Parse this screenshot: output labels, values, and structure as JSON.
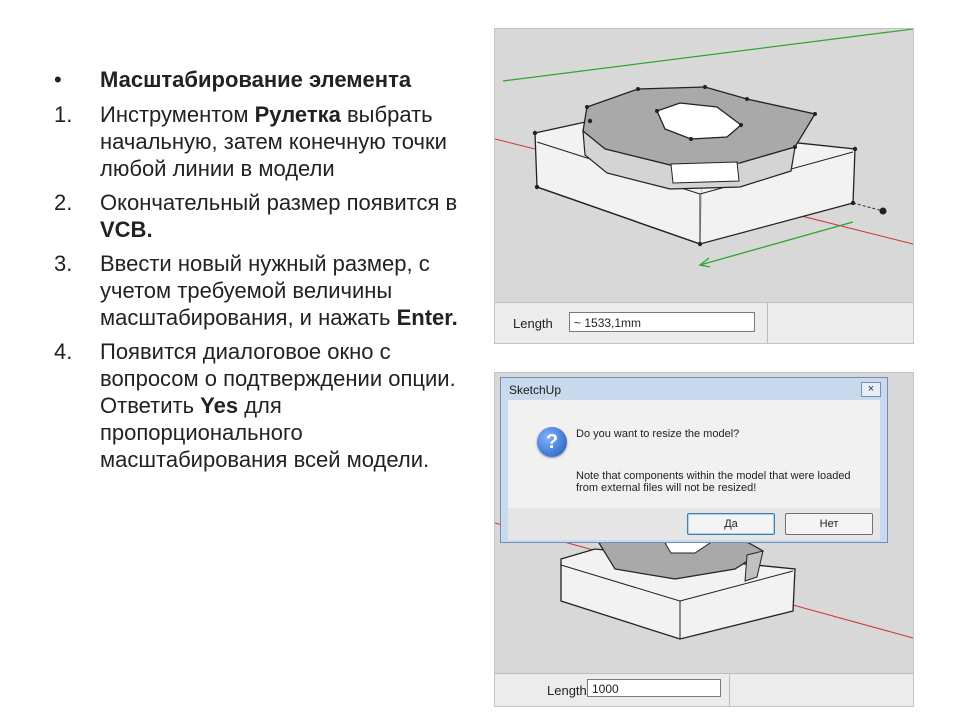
{
  "slide": {
    "bullet": "Масштабирование элемента",
    "steps": [
      {
        "num": "1.",
        "pre": "Инструментом ",
        "bold": "Рулетка",
        "post": " выбрать начальную, затем конечную точки любой линии в модели"
      },
      {
        "num": "2.",
        "pre": "Окончательный размер появится в ",
        "bold": "VCB.",
        "post": ""
      },
      {
        "num": "3.",
        "pre": "Ввести новый нужный размер, с учетом требуемой величины масштабирования, и нажать ",
        "bold": "Enter.",
        "post": ""
      },
      {
        "num": "4.",
        "pre": "Появится диалоговое окно с вопросом о подтверждении опции. Ответить ",
        "bold": "Yes",
        "post": " для пропорционального масштабирования всей модели."
      }
    ]
  },
  "top_screenshot": {
    "vcb_label": "Length",
    "vcb_value": "~ 1533,1mm"
  },
  "dialog": {
    "title": "SketchUp",
    "close_symbol": "×",
    "question_symbol": "?",
    "message": "Do you want to resize the model?",
    "note": "Note that components within the model that were loaded from external files will not be resized!",
    "yes_label": "Да",
    "no_label": "Нет"
  },
  "bottom_screenshot": {
    "vcb_label": "Length",
    "vcb_value": "1000"
  },
  "colors": {
    "viewport_bg": "#d8d8d8",
    "model_face": "#f2f2f2",
    "model_top": "#a9a9a9",
    "axis_red": "#cc3333",
    "axis_green": "#2fa52f",
    "dialog_frame": "#c9d9ee"
  },
  "icons": [
    "question-icon",
    "close-icon",
    "bullet-dot"
  ]
}
